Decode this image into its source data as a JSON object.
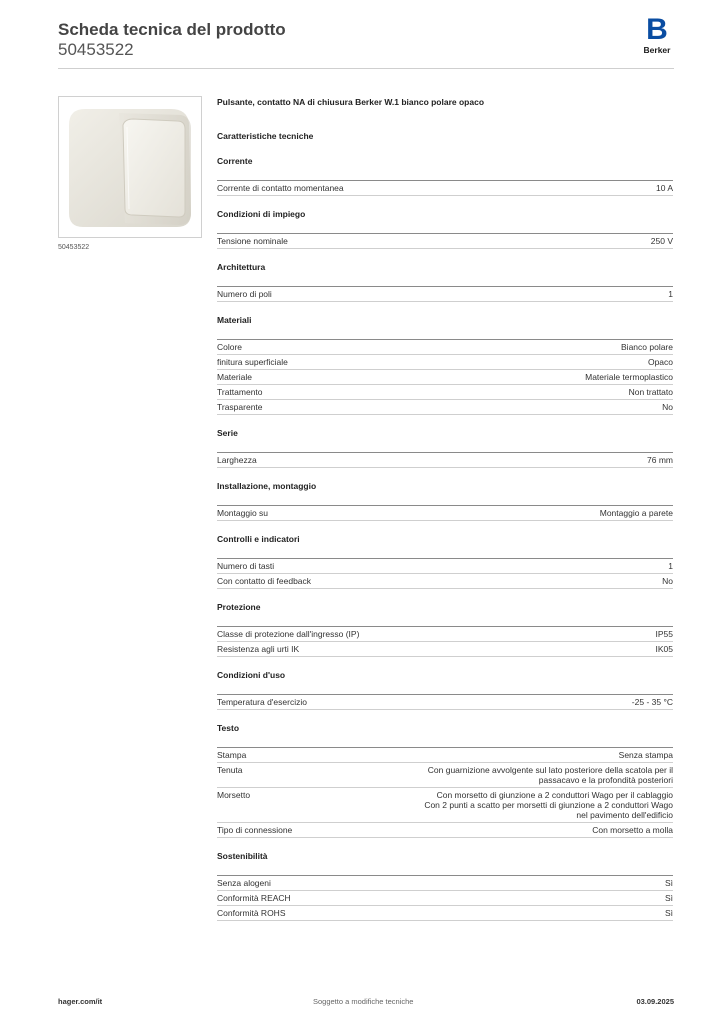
{
  "header": {
    "title": "Scheda tecnica del prodotto",
    "number": "50453522",
    "logo_text": "Berker",
    "logo_letter": "B"
  },
  "photo": {
    "caption": "50453522",
    "alt": "product-photo"
  },
  "product": {
    "title": "Pulsante, contatto NA di chiusura Berker W.1 bianco polare opaco",
    "tech_heading": "Caratteristiche tecniche"
  },
  "sections": [
    {
      "title": "Corrente",
      "rows": [
        {
          "k": "Corrente di contatto momentanea",
          "v": "10 A"
        }
      ]
    },
    {
      "title": "Condizioni di impiego",
      "rows": [
        {
          "k": "Tensione nominale",
          "v": "250 V"
        }
      ]
    },
    {
      "title": "Architettura",
      "rows": [
        {
          "k": "Numero di poli",
          "v": "1"
        }
      ]
    },
    {
      "title": "Materiali",
      "rows": [
        {
          "k": "Colore",
          "v": "Bianco polare"
        },
        {
          "k": "finitura superficiale",
          "v": "Opaco"
        },
        {
          "k": "Materiale",
          "v": "Materiale termoplastico"
        },
        {
          "k": "Trattamento",
          "v": "Non trattato"
        },
        {
          "k": "Trasparente",
          "v": "No"
        }
      ]
    },
    {
      "title": "Serie",
      "rows": [
        {
          "k": "Larghezza",
          "v": "76 mm"
        }
      ]
    },
    {
      "title": "Installazione, montaggio",
      "rows": [
        {
          "k": "Montaggio su",
          "v": "Montaggio a parete"
        }
      ]
    },
    {
      "title": "Controlli e indicatori",
      "rows": [
        {
          "k": "Numero di tasti",
          "v": "1"
        },
        {
          "k": "Con contatto di feedback",
          "v": "No"
        }
      ]
    },
    {
      "title": "Protezione",
      "rows": [
        {
          "k": "Classe di protezione dall'ingresso (IP)",
          "v": "IP55"
        },
        {
          "k": "Resistenza agli urti IK",
          "v": "IK05"
        }
      ]
    },
    {
      "title": "Condizioni d'uso",
      "rows": [
        {
          "k": "Temperatura d'esercizio",
          "v": "-25 - 35 °C"
        }
      ]
    },
    {
      "title": "Testo",
      "rows": [
        {
          "k": "Stampa",
          "v": "Senza stampa"
        },
        {
          "k": "Tenuta",
          "v": "Con guarnizione avvolgente sul lato posteriore della scatola per il\npassacavo e la profondità posteriori"
        },
        {
          "k": "Morsetto",
          "v": "Con morsetto di giunzione a 2 conduttori Wago per il cablaggio\nCon 2 punti a scatto per morsetti di giunzione a 2 conduttori Wago\nnel pavimento dell'edificio"
        },
        {
          "k": "Tipo di connessione",
          "v": "Con morsetto a molla"
        }
      ]
    },
    {
      "title": "Sostenibilità",
      "rows": [
        {
          "k": "Senza alogeni",
          "v": "Sì"
        },
        {
          "k": "Conformità REACH",
          "v": "Sì"
        },
        {
          "k": "Conformità ROHS",
          "v": "Sì"
        }
      ]
    }
  ],
  "footer": {
    "left": "hager.com/it",
    "center": "Soggetto a modifiche tecniche",
    "right": "03.09.2025"
  },
  "colors": {
    "brand_blue": "#0a4da2",
    "rule": "#cfcfcf",
    "section_rule": "#8a8a8a"
  }
}
